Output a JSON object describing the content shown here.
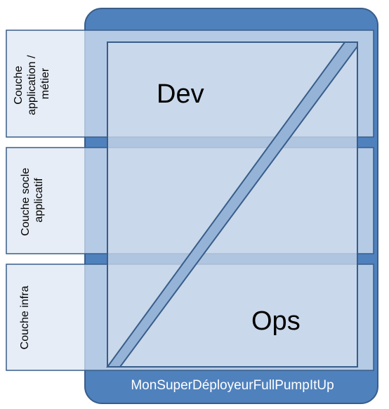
{
  "diagram": {
    "layers": [
      {
        "lines": [
          "Couche",
          "application /",
          "métier"
        ]
      },
      {
        "lines": [
          "Couche socle",
          "applicatif"
        ]
      },
      {
        "lines": [
          "Couche infra"
        ]
      }
    ],
    "top_label": "Dev",
    "bottom_label": "Ops",
    "tool_label": "MonSuperDéployeurFullPumpItUp",
    "colors": {
      "outer_box": "#4f81bd",
      "outer_border": "#385d8a",
      "layer_fill": "#dce6f2",
      "inner_fill": "#d0dcec",
      "inner_border": "#385d8a",
      "diagonal_fill": "#95b3d7"
    }
  }
}
